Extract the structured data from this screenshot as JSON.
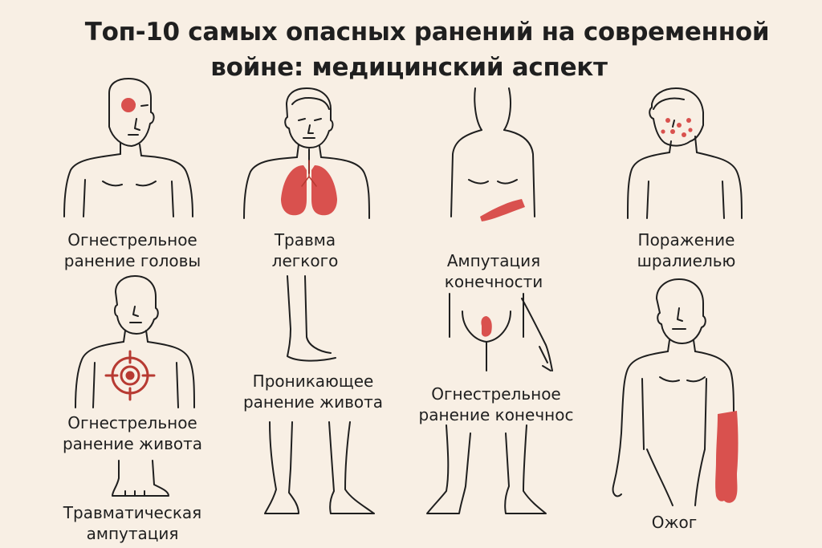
{
  "title": {
    "line1": "Топ-10 самых опасных ранений на современной",
    "line2": "войне: медицинский аспект"
  },
  "colors": {
    "background": "#f8efe4",
    "ink": "#1f1f1f",
    "wound": "#d9514e",
    "target": "#b73a32"
  },
  "injuries": [
    {
      "id": "head",
      "line1": "Огнестрельное",
      "line2": "ранение головы",
      "icon": "head-wound-icon"
    },
    {
      "id": "lung",
      "line1": "Травма",
      "line2": "легкого",
      "icon": "lungs-icon"
    },
    {
      "id": "amputation",
      "line1": "Ампутация",
      "line2": "конечности",
      "icon": "limb-wound-icon"
    },
    {
      "id": "shrapnel",
      "line1": "Поражение",
      "line2": "шралиелью",
      "icon": "shrapnel-dots-icon"
    },
    {
      "id": "abdomen-gunshot",
      "line1": "Огнестрельное",
      "line2": "ранение живота",
      "icon": "crosshair-icon"
    },
    {
      "id": "abdomen-penetrating",
      "line1": "Проникающее",
      "line2": "ранение живота",
      "icon": "legs-icon"
    },
    {
      "id": "limb-gunshot",
      "line1": "Огнестрельное",
      "line2": "ранение конечнос",
      "icon": "thigh-wound-icon"
    },
    {
      "id": "traumatic-amputation",
      "line1": "Травматическая",
      "line2": "ампутация",
      "icon": "feet-icon"
    },
    {
      "id": "burn",
      "line1": "Ожог",
      "line2": "",
      "icon": "burned-arm-icon"
    }
  ]
}
